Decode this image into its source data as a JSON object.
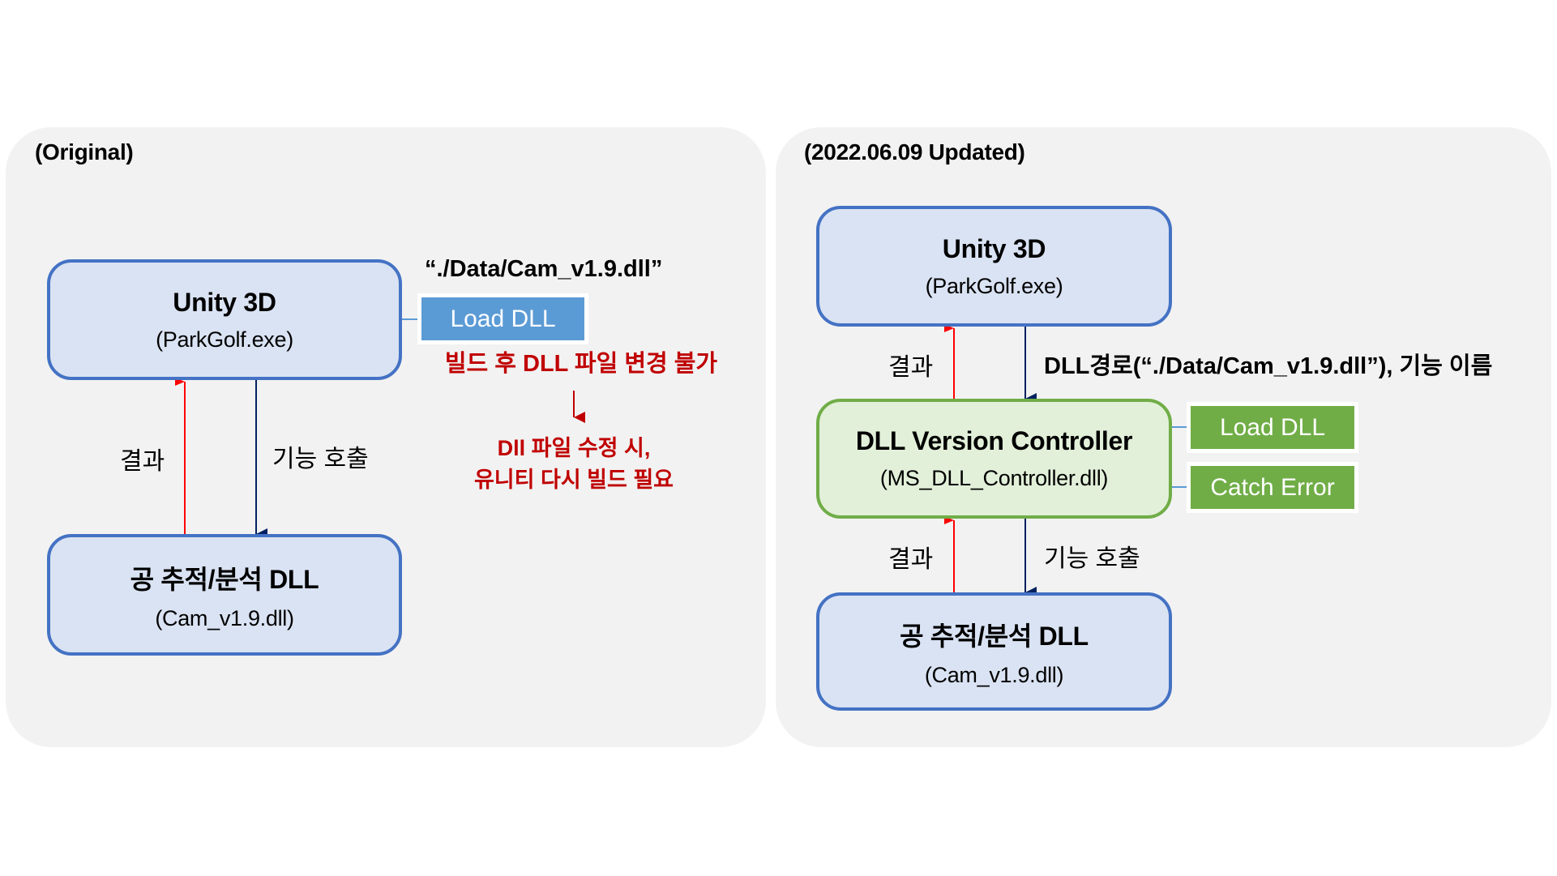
{
  "left_panel": {
    "title": "(Original)",
    "unity_box": {
      "title": "Unity 3D",
      "subtitle": "(ParkGolf.exe)"
    },
    "dll_box": {
      "title": "공 추적/분석 DLL",
      "subtitle": "(Cam_v1.9.dll)"
    },
    "result_label": "결과",
    "call_label": "기능 호출",
    "dll_path": "“./Data/Cam_v1.9.dll”",
    "load_dll_tag": "Load DLL",
    "warning_text": "빌드 후 DLL 파일 변경 불가",
    "consequence_lines": [
      "Dll 파일 수정 시,",
      "유니티 다시 빌드 필요"
    ]
  },
  "right_panel": {
    "title": "(2022.06.09 Updated)",
    "unity_box": {
      "title": "Unity 3D",
      "subtitle": "(ParkGolf.exe)"
    },
    "controller_box": {
      "title": "DLL Version Controller",
      "subtitle": "(MS_DLL_Controller.dll)"
    },
    "dll_box": {
      "title": "공 추적/분석 DLL",
      "subtitle": "(Cam_v1.9.dll)"
    },
    "result_label_top": "결과",
    "call_label_top": "DLL경로(“./Data/Cam_v1.9.dll”), 기능 이름",
    "result_label_bottom": "결과",
    "call_label_bottom": "기능 호출",
    "tags": [
      "Load DLL",
      "Catch Error"
    ]
  },
  "colors": {
    "panel_bg": "#f2f2f2",
    "blue_box_border": "#4472c4",
    "blue_box_fill": "#dae3f3",
    "green_box_border": "#70ad47",
    "green_box_fill": "#e2f0d9",
    "blue_tag": "#5b9bd5",
    "green_tag": "#70ad47",
    "result_arrow": "#ff0000",
    "call_arrow": "#002060",
    "warning_text": "#c00000"
  }
}
